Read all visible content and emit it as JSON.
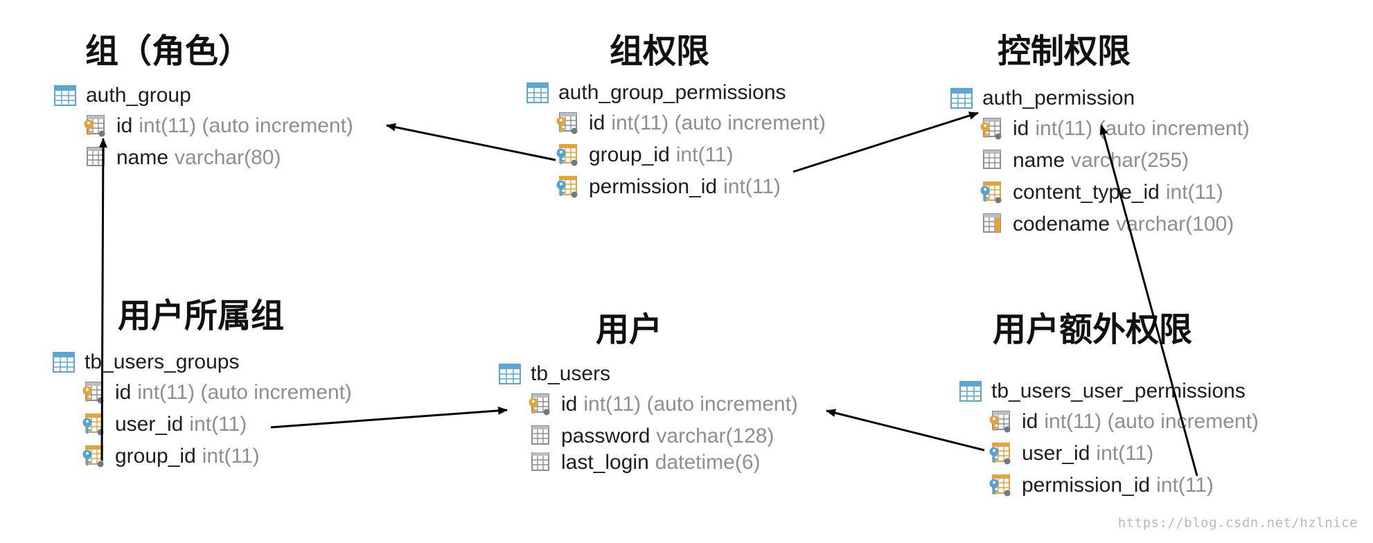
{
  "titles": {
    "auth_group": "组（角色）",
    "auth_group_permissions": "组权限",
    "auth_permission": "控制权限",
    "tb_users_groups": "用户所属组",
    "tb_users": "用户",
    "tb_users_user_permissions": "用户额外权限"
  },
  "tables": {
    "auth_group": {
      "name": "auth_group",
      "fields": [
        {
          "name": "id",
          "type": "int(11) (auto increment)",
          "icon": "primary-key-icon"
        },
        {
          "name": "name",
          "type": "varchar(80)",
          "icon": "column-icon"
        }
      ]
    },
    "auth_group_permissions": {
      "name": "auth_group_permissions",
      "fields": [
        {
          "name": "id",
          "type": "int(11) (auto increment)",
          "icon": "primary-key-icon"
        },
        {
          "name": "group_id",
          "type": "int(11)",
          "icon": "foreign-key-icon"
        },
        {
          "name": "permission_id",
          "type": "int(11)",
          "icon": "foreign-key-icon"
        }
      ]
    },
    "auth_permission": {
      "name": "auth_permission",
      "fields": [
        {
          "name": "id",
          "type": "int(11) (auto increment)",
          "icon": "primary-key-icon"
        },
        {
          "name": "name",
          "type": "varchar(255)",
          "icon": "column-icon"
        },
        {
          "name": "content_type_id",
          "type": "int(11)",
          "icon": "foreign-key-icon"
        },
        {
          "name": "codename",
          "type": "varchar(100)",
          "icon": "indexed-column-icon"
        }
      ]
    },
    "tb_users_groups": {
      "name": "tb_users_groups",
      "fields": [
        {
          "name": "id",
          "type": "int(11) (auto increment)",
          "icon": "primary-key-icon"
        },
        {
          "name": "user_id",
          "type": "int(11)",
          "icon": "foreign-key-icon"
        },
        {
          "name": "group_id",
          "type": "int(11)",
          "icon": "foreign-key-icon"
        }
      ]
    },
    "tb_users": {
      "name": "tb_users",
      "fields": [
        {
          "name": "id",
          "type": "int(11) (auto increment)",
          "icon": "primary-key-icon"
        },
        {
          "name": "password",
          "type": "varchar(128)",
          "icon": "column-icon"
        },
        {
          "name": "last_login",
          "type": "datetime(6)",
          "icon": "column-icon"
        }
      ]
    },
    "tb_users_user_permissions": {
      "name": "tb_users_user_permissions",
      "fields": [
        {
          "name": "id",
          "type": "int(11) (auto increment)",
          "icon": "primary-key-icon"
        },
        {
          "name": "user_id",
          "type": "int(11)",
          "icon": "foreign-key-icon"
        },
        {
          "name": "permission_id",
          "type": "int(11)",
          "icon": "foreign-key-icon"
        }
      ]
    }
  },
  "relations": [
    {
      "from": "auth_group_permissions.group_id",
      "to": "auth_group.id"
    },
    {
      "from": "auth_group_permissions.permission_id",
      "to": "auth_permission.id"
    },
    {
      "from": "tb_users_groups.group_id",
      "to": "auth_group.id"
    },
    {
      "from": "tb_users_groups.user_id",
      "to": "tb_users.id"
    },
    {
      "from": "tb_users_user_permissions.user_id",
      "to": "tb_users.id"
    },
    {
      "from": "tb_users_user_permissions.permission_id",
      "to": "auth_permission.id"
    }
  ],
  "watermark": "https://blog.csdn.net/hzlnice",
  "colors": {
    "text": "#1d1d1d",
    "type_text": "#8e8e93",
    "arrow": "#000000",
    "table_icon": "#5aa7d6",
    "key_gold": "#e3a43a",
    "key_blue": "#4fa3d9",
    "dot": "#6b7a86"
  }
}
